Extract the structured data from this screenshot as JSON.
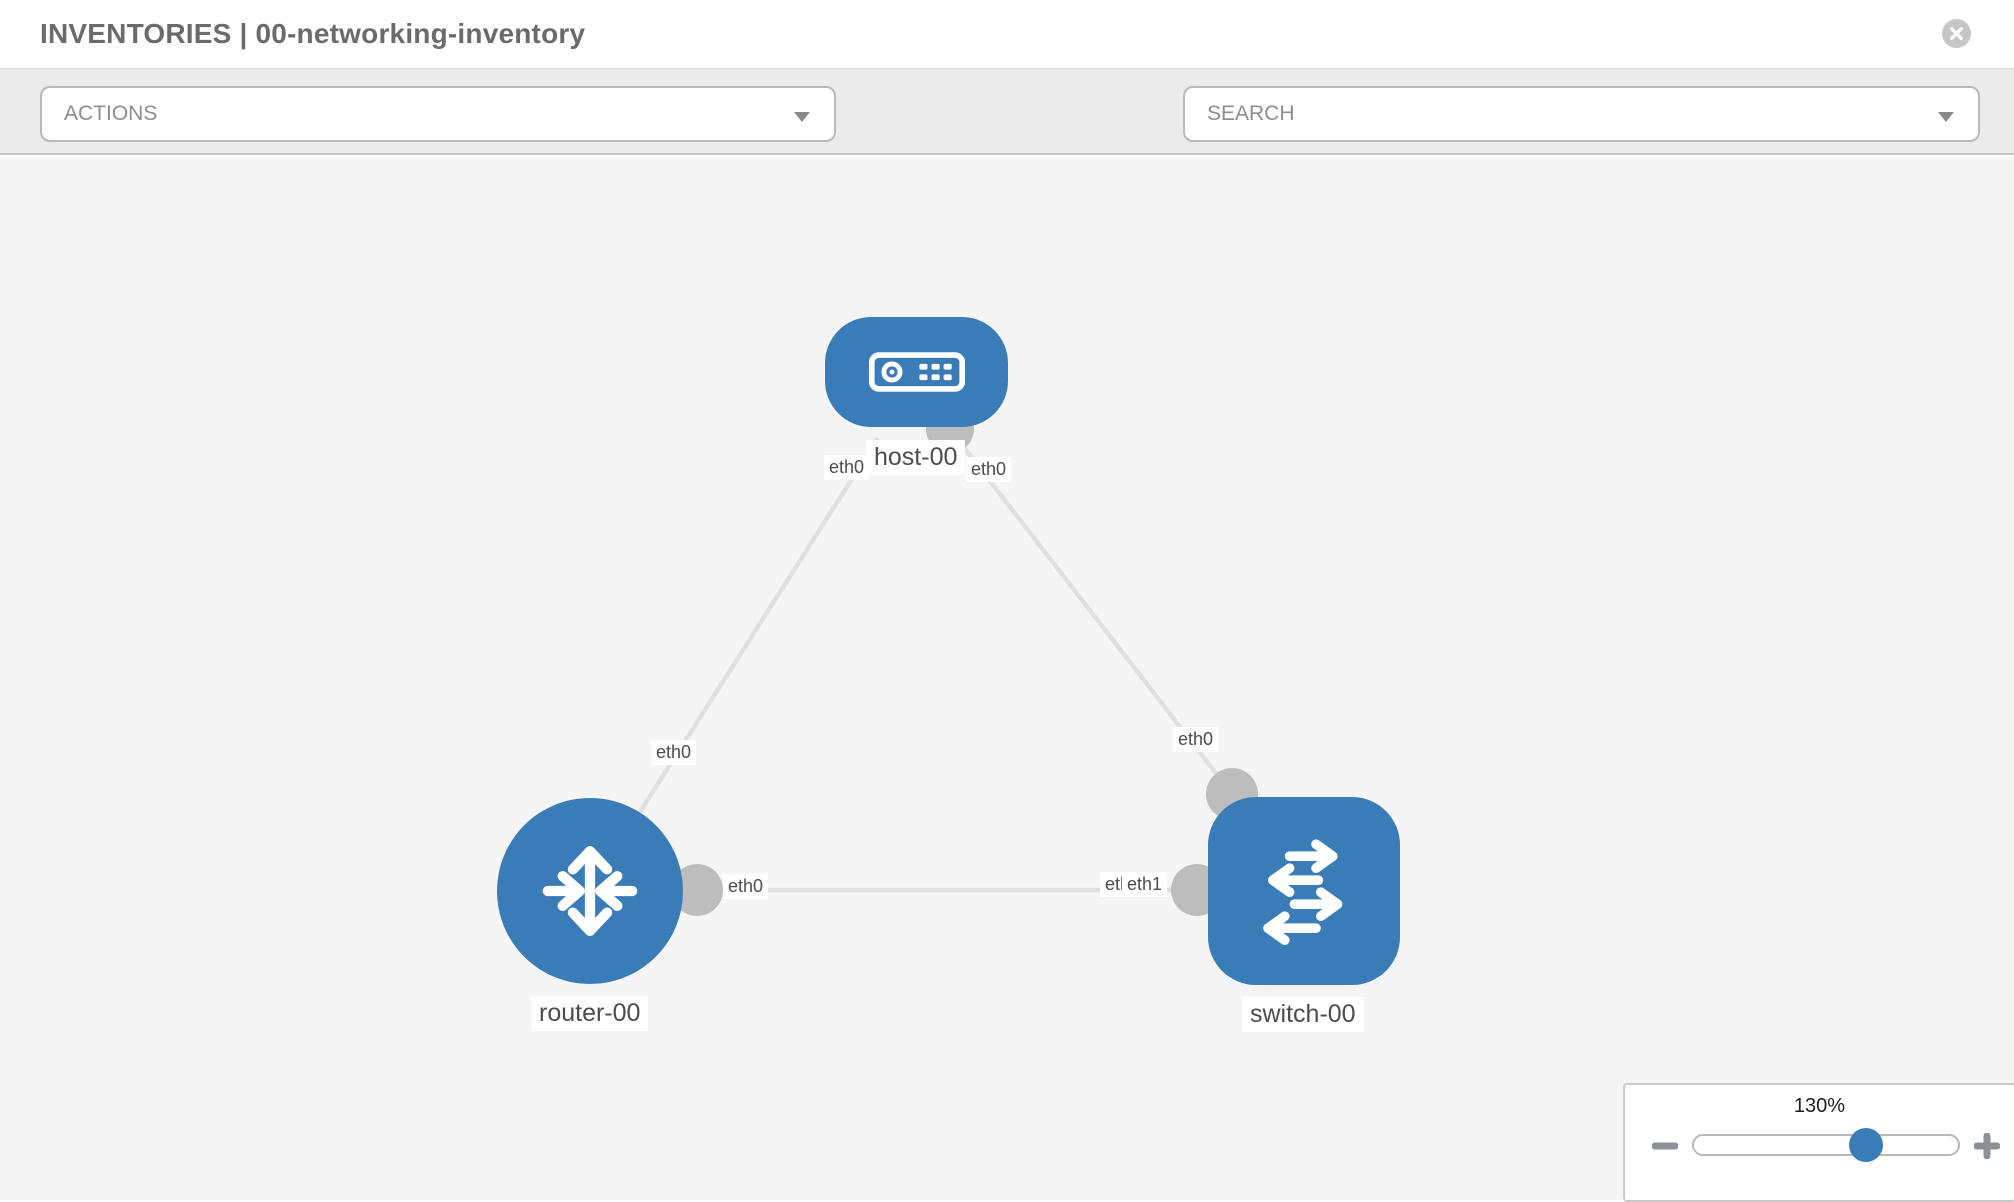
{
  "header": {
    "title": "INVENTORIES | 00-networking-inventory"
  },
  "toolbar": {
    "actions_label": "ACTIONS",
    "search_placeholder": "SEARCH"
  },
  "topology": {
    "nodes": [
      {
        "id": "host-00",
        "type": "host",
        "label": "host-00"
      },
      {
        "id": "router-00",
        "type": "router",
        "label": "router-00"
      },
      {
        "id": "switch-00",
        "type": "switch",
        "label": "switch-00"
      }
    ],
    "links": [
      {
        "from": "host-00",
        "to": "router-00",
        "from_interface": "eth0",
        "to_interface": "eth0"
      },
      {
        "from": "host-00",
        "to": "switch-00",
        "from_interface": "eth0",
        "to_interface": "eth0"
      },
      {
        "from": "router-00",
        "to": "switch-00",
        "from_interface": "eth0",
        "to_interface": "eth1"
      }
    ],
    "interface_labels": {
      "host_left": "eth0",
      "host_right": "eth0",
      "router_link_mid": "eth0",
      "switch_top": "eth0",
      "router_right": "eth0",
      "switch_left_back": "eth0",
      "switch_left_front": "eth1"
    }
  },
  "zoom_control": {
    "level": "130%"
  },
  "icons": {
    "close": "close",
    "wrench": "wrench",
    "key": "key",
    "caret": "caret-down",
    "minus": "zoom-out",
    "plus": "zoom-in"
  },
  "colors": {
    "node_fill": "#3a7cb8",
    "interface_fill": "#bdbdbd",
    "link_stroke": "#e0e0e0",
    "slider_thumb": "#3a7cb8"
  }
}
